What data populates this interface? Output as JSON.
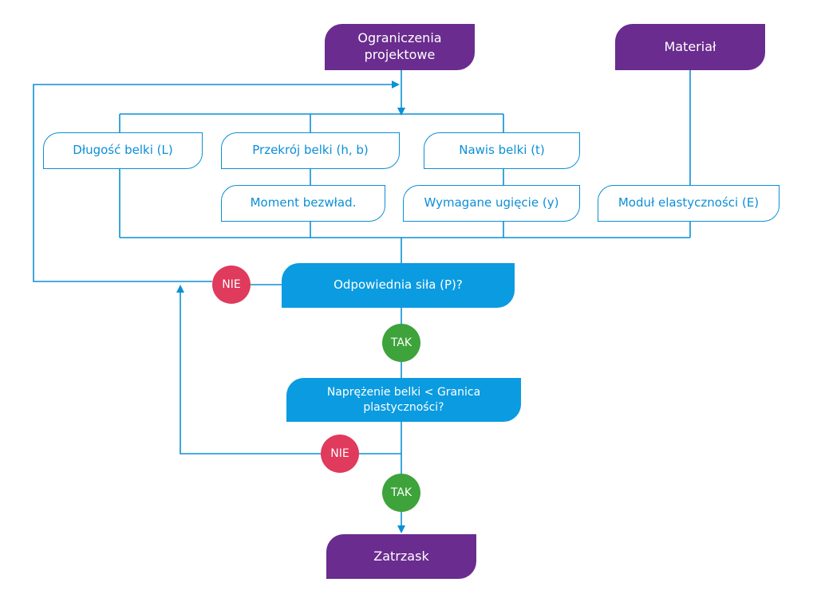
{
  "colors": {
    "terminal": "#6a2c8e",
    "decision": "#0b9be0",
    "line": "#0b8fd6",
    "no": "#e03a5c",
    "yes": "#3da33a"
  },
  "nodes": {
    "constraints": "Ograniczenia projektowe",
    "material": "Materiał",
    "length": "Długość belki (L)",
    "section": "Przekrój belki (h, b)",
    "overhang": "Nawis belki (t)",
    "moment": "Moment bezwład.",
    "deflection": "Wymagane ugięcie (y)",
    "modulus": "Moduł elastyczności (E)",
    "force_check": "Odpowiednia siła (P)?",
    "stress_check": "Naprężenie belki < Granica plastyczności?",
    "end": "Zatrzask"
  },
  "answers": {
    "no_1": "NIE",
    "yes_1": "TAK",
    "no_2": "NIE",
    "yes_2": "TAK"
  }
}
